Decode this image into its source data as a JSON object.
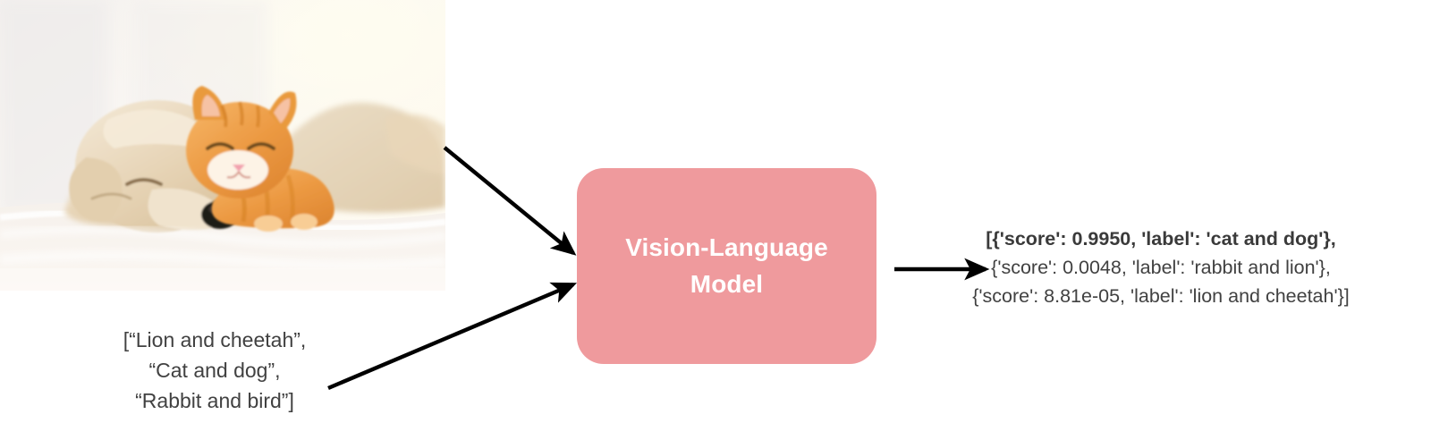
{
  "diagram": {
    "title": "Vision-Language Model zero-shot image classification flow",
    "background_color": "#ffffff",
    "text_color": "#414141"
  },
  "input_image": {
    "alt": "Photo of a sleeping golden puppy cuddling with an orange tabby kitten on a white blanket",
    "subjects": [
      "puppy",
      "kitten"
    ]
  },
  "model": {
    "label": "Vision-Language\nModel",
    "fill_color": "#ef9a9d",
    "text_color": "#ffffff"
  },
  "prompt": {
    "text": "[“Lion and cheetah”,\n“Cat and dog”,\n“Rabbit and bird”]",
    "items": [
      "Lion and cheetah",
      "Cat and dog",
      "Rabbit and bird"
    ]
  },
  "output": {
    "lines": [
      "[{'score': 0.9950, 'label': 'cat and dog'},",
      "{'score': 0.0048, 'label': 'rabbit and lion'},",
      "{'score': 8.81e-05, 'label': 'lion and cheetah'}]"
    ],
    "predictions": [
      {
        "score": "0.9950",
        "label": "cat and dog"
      },
      {
        "score": "0.0048",
        "label": "rabbit and lion"
      },
      {
        "score": "8.81e-05",
        "label": "lion and cheetah"
      }
    ]
  },
  "arrows": {
    "image_to_model": "arrow-image-to-model",
    "prompt_to_model": "arrow-prompt-to-model",
    "model_to_output": "arrow-model-to-output"
  }
}
